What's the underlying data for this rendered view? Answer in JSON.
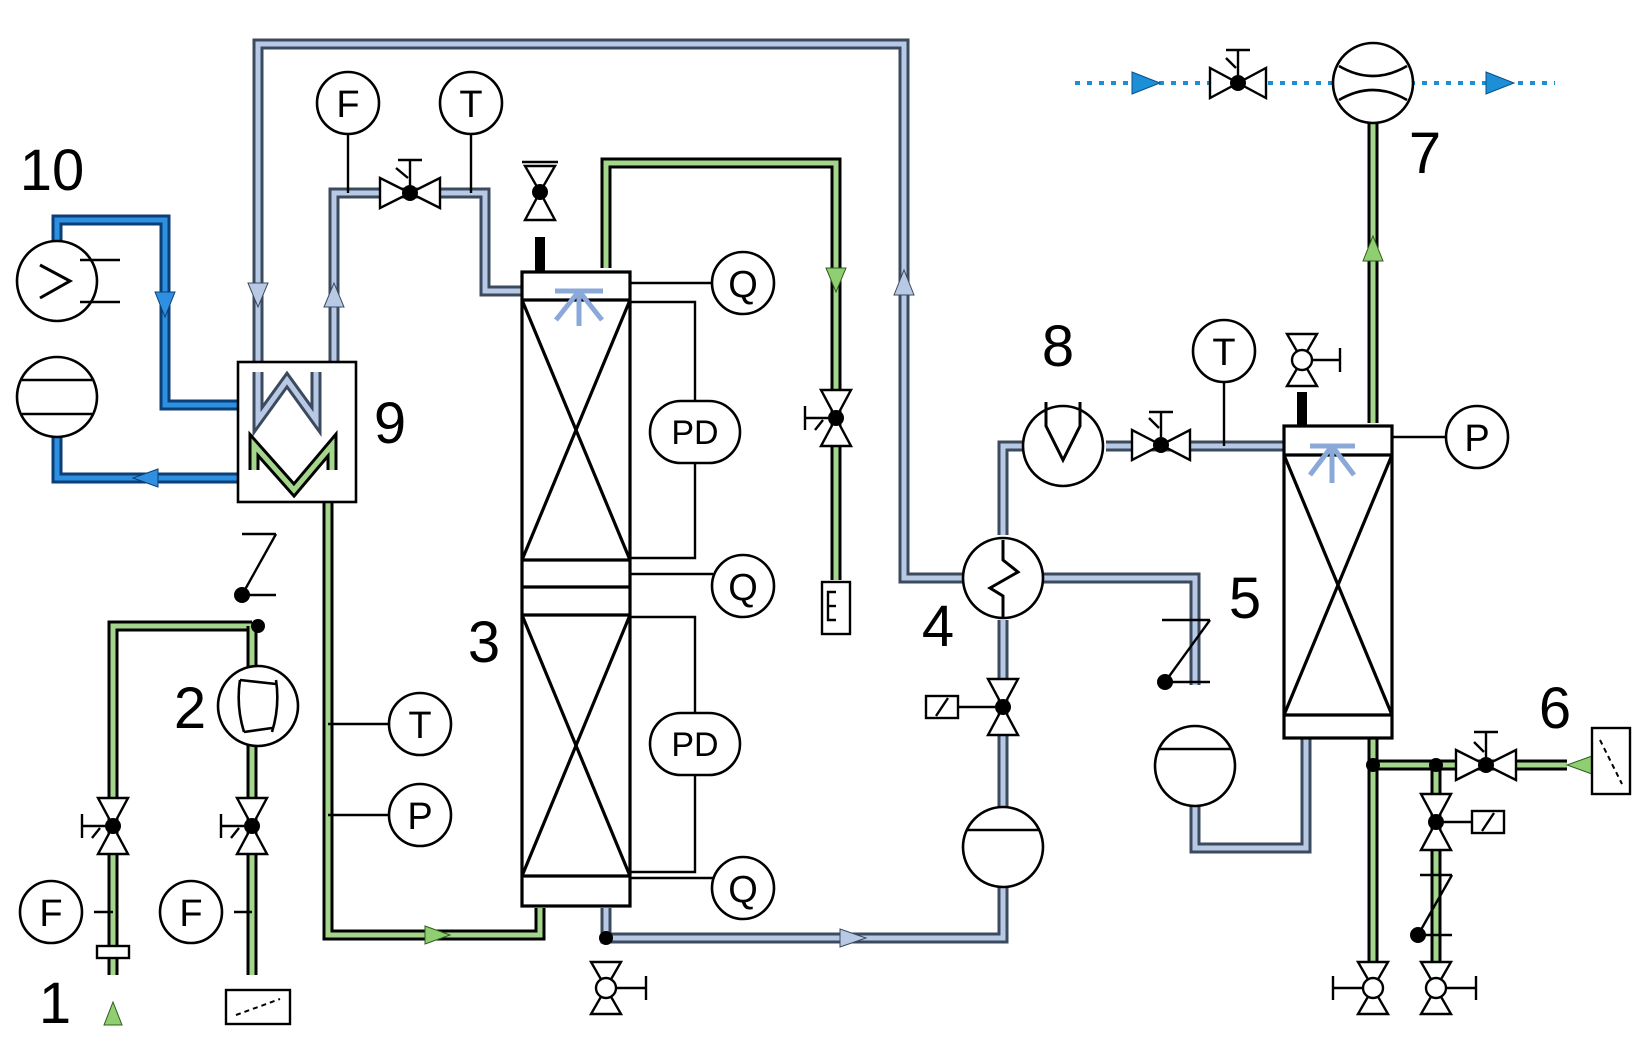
{
  "labels": {
    "n1": "1",
    "n2": "2",
    "n3": "3",
    "n4": "4",
    "n5": "5",
    "n6": "6",
    "n7": "7",
    "n8": "8",
    "n9": "9",
    "n10": "10"
  },
  "instruments": {
    "flow": "F",
    "temperature": "T",
    "pressure": "P",
    "heat": "Q",
    "diff_pressure": "PD"
  },
  "colors": {
    "gas_line": "#a3d58a",
    "liquid_line": "#b8c9e6",
    "coolant_line": "#2f8fe0",
    "exhaust_line": "#1d8fd6"
  }
}
